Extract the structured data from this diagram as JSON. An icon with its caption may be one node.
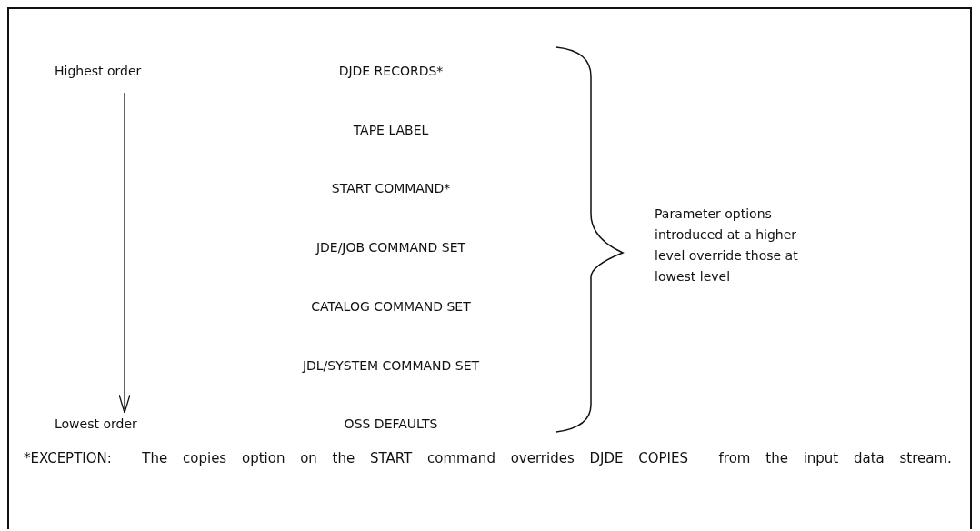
{
  "diagram": {
    "nodes": [
      {
        "text": [
          "Highest order"
        ]
      },
      {
        "text": [
          "Lowest order"
        ]
      }
    ],
    "edges": [
      {
        "from": 0,
        "to": 1,
        "arrow": "to"
      }
    ],
    "labels": [
      "DJDE RECORDS*",
      "TAPE LABEL",
      "START COMMAND*",
      "JDE/JOB COMMAND SET",
      "CATALOG COMMAND SET",
      "JDL/SYSTEM COMMAND SET",
      "OSS DEFAULTS",
      "Parameter options introduced at a higher level override those at lowest level",
      "*EXCEPTION:  The copies option on the START command overrides DJDE COPIES  from the input data stream."
    ]
  }
}
